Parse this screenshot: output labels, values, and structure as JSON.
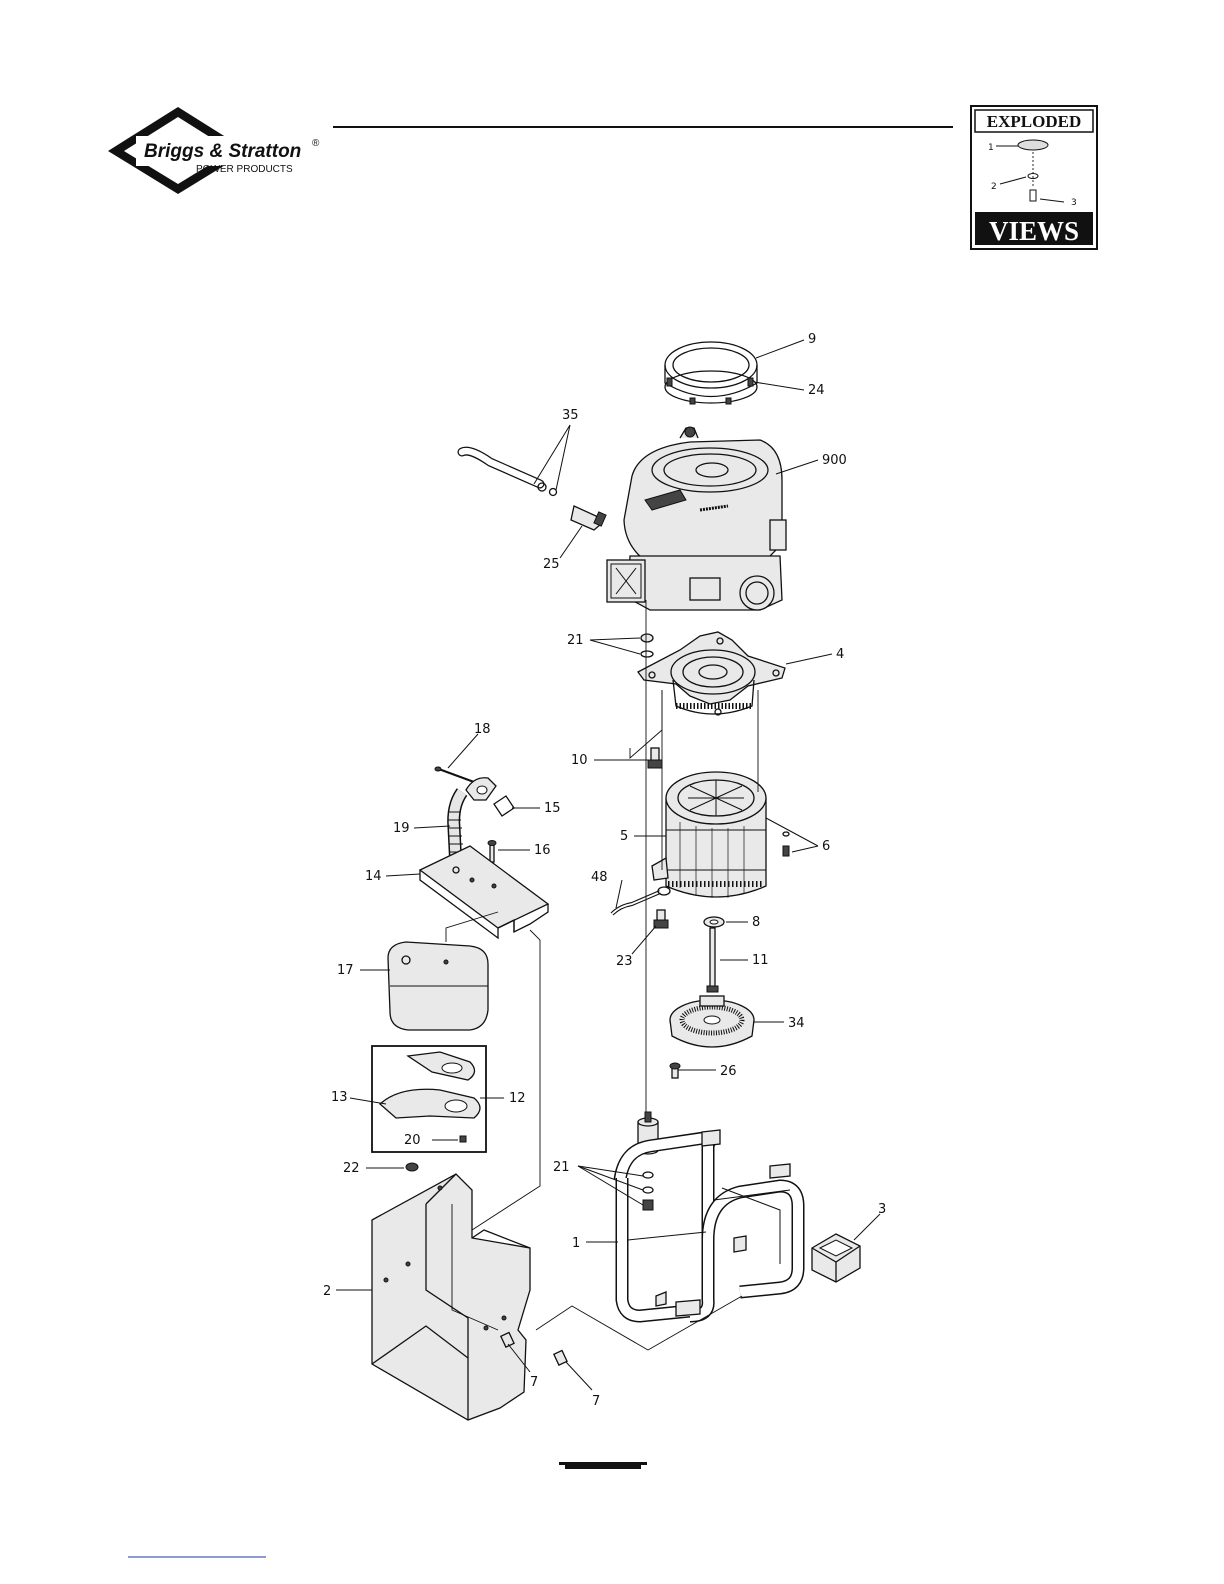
{
  "logo": {
    "brand": "Briggs & Stratton",
    "registered": "®",
    "subline": "POWER PRODUCTS"
  },
  "badge": {
    "top": "EXPLODED",
    "bottom": "VIEWS",
    "callouts": [
      "1",
      "2",
      "3"
    ]
  },
  "callouts": [
    {
      "id": "c9",
      "text": "9"
    },
    {
      "id": "c24",
      "text": "24"
    },
    {
      "id": "c35",
      "text": "35"
    },
    {
      "id": "c900",
      "text": "900"
    },
    {
      "id": "c25",
      "text": "25"
    },
    {
      "id": "c21a",
      "text": "21"
    },
    {
      "id": "c4",
      "text": "4"
    },
    {
      "id": "c18",
      "text": "18"
    },
    {
      "id": "c10",
      "text": "10"
    },
    {
      "id": "c15",
      "text": "15"
    },
    {
      "id": "c19",
      "text": "19"
    },
    {
      "id": "c16",
      "text": "16"
    },
    {
      "id": "c5",
      "text": "5"
    },
    {
      "id": "c6",
      "text": "6"
    },
    {
      "id": "c14",
      "text": "14"
    },
    {
      "id": "c48",
      "text": "48"
    },
    {
      "id": "c8",
      "text": "8"
    },
    {
      "id": "c23",
      "text": "23"
    },
    {
      "id": "c11",
      "text": "11"
    },
    {
      "id": "c17",
      "text": "17"
    },
    {
      "id": "c34",
      "text": "34"
    },
    {
      "id": "c26",
      "text": "26"
    },
    {
      "id": "c13",
      "text": "13"
    },
    {
      "id": "c12",
      "text": "12"
    },
    {
      "id": "c20",
      "text": "20"
    },
    {
      "id": "c22",
      "text": "22"
    },
    {
      "id": "c21b",
      "text": "21"
    },
    {
      "id": "c3",
      "text": "3"
    },
    {
      "id": "c1",
      "text": "1"
    },
    {
      "id": "c2",
      "text": "2"
    },
    {
      "id": "c7a",
      "text": "7"
    },
    {
      "id": "c7b",
      "text": "7"
    }
  ]
}
